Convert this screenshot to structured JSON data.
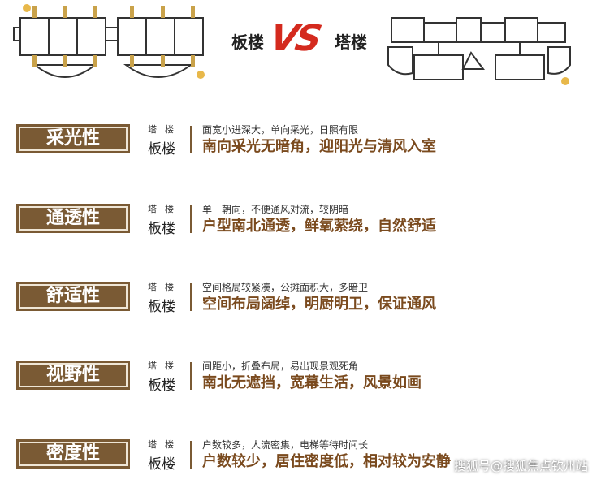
{
  "header": {
    "left_label": "板楼",
    "vs_text": "VS",
    "right_label": "塔楼"
  },
  "colors": {
    "badge": "#7a5a34",
    "vs": "#d42a1e",
    "highlight": "#7a4a1e"
  },
  "rows": [
    {
      "title": "采光性",
      "tower_label": "塔楼",
      "slab_label": "板楼",
      "tower_text": "面宽小进深大，单向采光，日照有限",
      "slab_text": "南向采光无暗角，迎阳光与清风入室"
    },
    {
      "title": "通透性",
      "tower_label": "塔楼",
      "slab_label": "板楼",
      "tower_text": "单一朝向，不便通风对流，较阴暗",
      "slab_text": "户型南北通透，鲜氧萦绕，自然舒适"
    },
    {
      "title": "舒适性",
      "tower_label": "塔楼",
      "slab_label": "板楼",
      "tower_text": "空间格局较紧凑，公摊面积大，多暗卫",
      "slab_text": "空间布局阔绰，明厨明卫，保证通风"
    },
    {
      "title": "视野性",
      "tower_label": "塔楼",
      "slab_label": "板楼",
      "tower_text": "间距小，折叠布局，易出现景观死角",
      "slab_text": "南北无遮挡，宽幕生活，风景如画"
    },
    {
      "title": "密度性",
      "tower_label": "塔楼",
      "slab_label": "板楼",
      "tower_text": "户数较多，人流密集，电梯等待时间长",
      "slab_text": "户数较少，居住密度低，相对较为安静"
    }
  ],
  "watermark": "搜狐号@搜狐焦点钦州站"
}
